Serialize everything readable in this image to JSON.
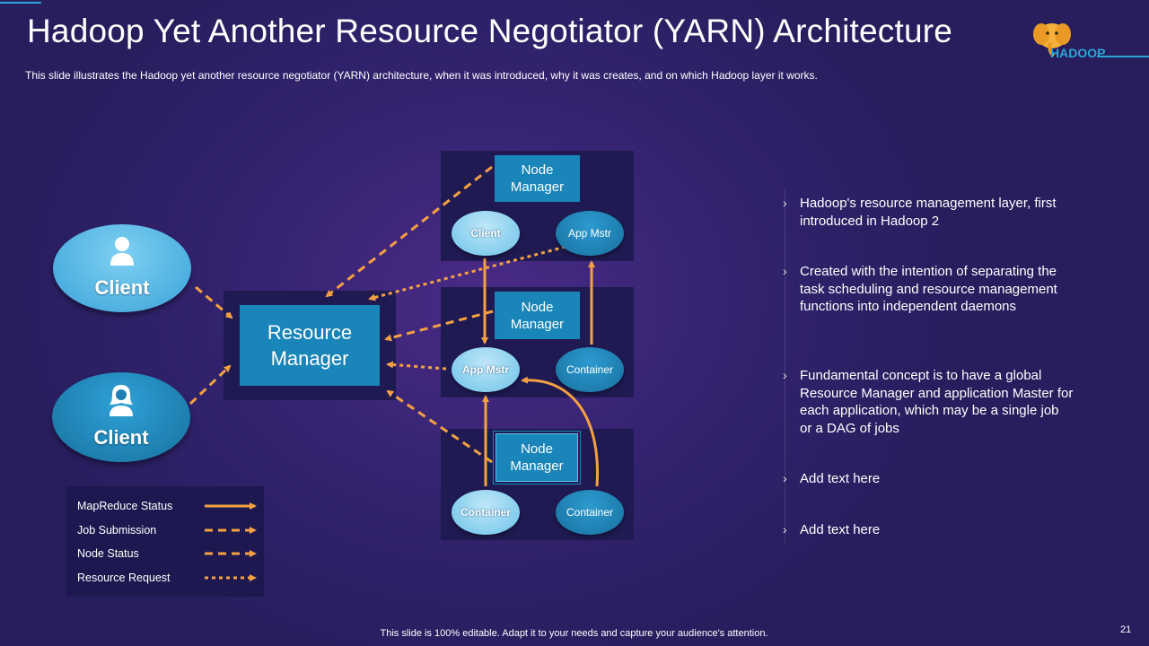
{
  "slide": {
    "title": "Hadoop Yet Another Resource Negotiator (YARN) Architecture",
    "subtitle": "This slide illustrates the Hadoop yet another resource negotiator (YARN) architecture, when it was introduced, why it was creates, and on which Hadoop layer it works.",
    "logo_text": "HADOOP",
    "footer": "This slide is 100% editable. Adapt it to your needs and capture your audience's attention.",
    "page_number": "21"
  },
  "diagram": {
    "clients": [
      "Client",
      "Client"
    ],
    "resource_manager": "Resource Manager",
    "node_managers": [
      "Node Manager",
      "Node Manager",
      "Node Manager"
    ],
    "nodes": {
      "n1_left": "Client",
      "n1_right": "App Mstr",
      "n2_left": "App Mstr",
      "n2_right": "Container",
      "n3_left": "Container",
      "n3_right": "Container"
    }
  },
  "legend": [
    {
      "label": "MapReduce Status",
      "style": "solid"
    },
    {
      "label": "Job Submission",
      "style": "dashed"
    },
    {
      "label": "Node Status",
      "style": "dashed"
    },
    {
      "label": "Resource Request",
      "style": "dotted"
    }
  ],
  "bullets": [
    "Hadoop's resource management layer, first introduced in Hadoop 2",
    "Created with the intention of separating the task scheduling and resource management functions into independent daemons",
    "Fundamental concept is to have a global Resource Manager and application Master for each application, which may be a single job or a DAG of jobs",
    "Add text here",
    "Add text here"
  ],
  "colors": {
    "accent": "#1985b8",
    "arrow": "#f5a142",
    "background": "#2c2066"
  }
}
